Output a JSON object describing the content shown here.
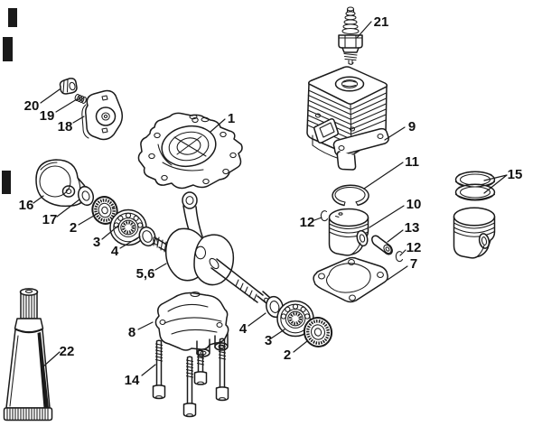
{
  "diagram": {
    "background_color": "#ffffff",
    "ink_color": "#1a1a1a",
    "kind": "exploded-parts-diagram"
  },
  "callouts": {
    "c1": "1",
    "c2_left": "2",
    "c2_right": "2",
    "c3_left": "3",
    "c3_right": "3",
    "c4_left": "4",
    "c4_right": "4",
    "c56": "5,6",
    "c7": "7",
    "c8": "8",
    "c9": "9",
    "c10": "10",
    "c11": "11",
    "c12_left": "12",
    "c12_right": "12",
    "c13": "13",
    "c14": "14",
    "c15": "15",
    "c16": "16",
    "c17": "17",
    "c18": "18",
    "c19": "19",
    "c20": "20",
    "c21": "21",
    "c22": "22"
  }
}
